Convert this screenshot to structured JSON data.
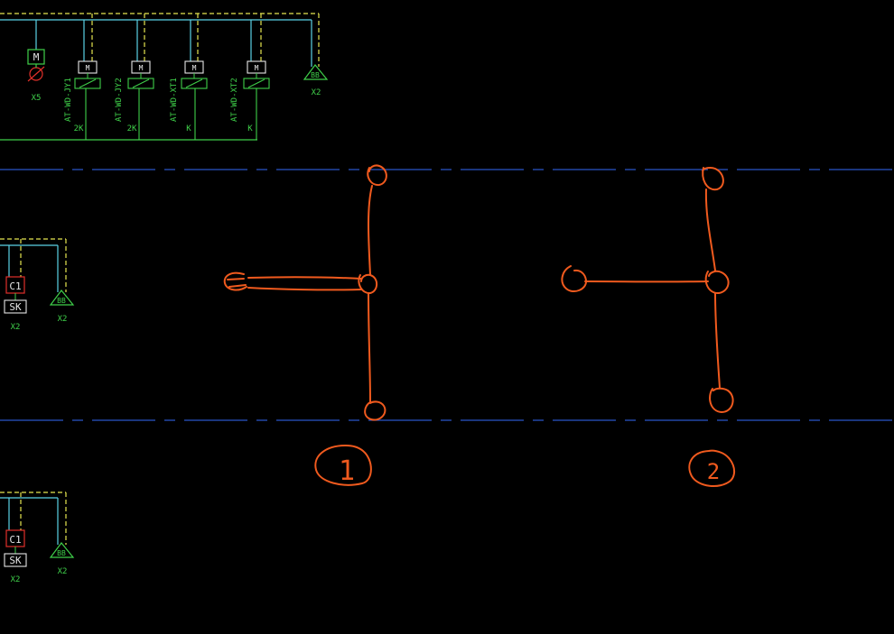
{
  "colors": {
    "background": "#000000",
    "cyan": "#5ad2e6",
    "yellow": "#e6e650",
    "green": "#3fd04a",
    "white": "#e6e6e6",
    "red": "#e0302a",
    "blue": "#2b55c8",
    "orange": "#f05a1e"
  },
  "top_panel": {
    "motor_label": "M",
    "motor_tag": "X5",
    "actuators": [
      {
        "box": "M",
        "tag": "AT-WD-JY1",
        "sub": "2K"
      },
      {
        "box": "M",
        "tag": "AT-WD-JY2",
        "sub": "2K"
      },
      {
        "box": "M",
        "tag": "AT-WD-XT1",
        "sub": "K"
      },
      {
        "box": "M",
        "tag": "AT-WD-XT2",
        "sub": "K"
      }
    ],
    "bus_box": "BB",
    "bus_tag": "X2"
  },
  "mid_panel": {
    "c1": "C1",
    "sk": "SK",
    "tag_left": "X2",
    "bus_box": "BB",
    "bus_tag": "X2"
  },
  "bottom_panel": {
    "c1": "C1",
    "sk": "SK",
    "tag_left": "X2",
    "bus_box": "BB",
    "bus_tag": "X2"
  },
  "sketches": {
    "first_label": "1",
    "second_label": "2"
  }
}
